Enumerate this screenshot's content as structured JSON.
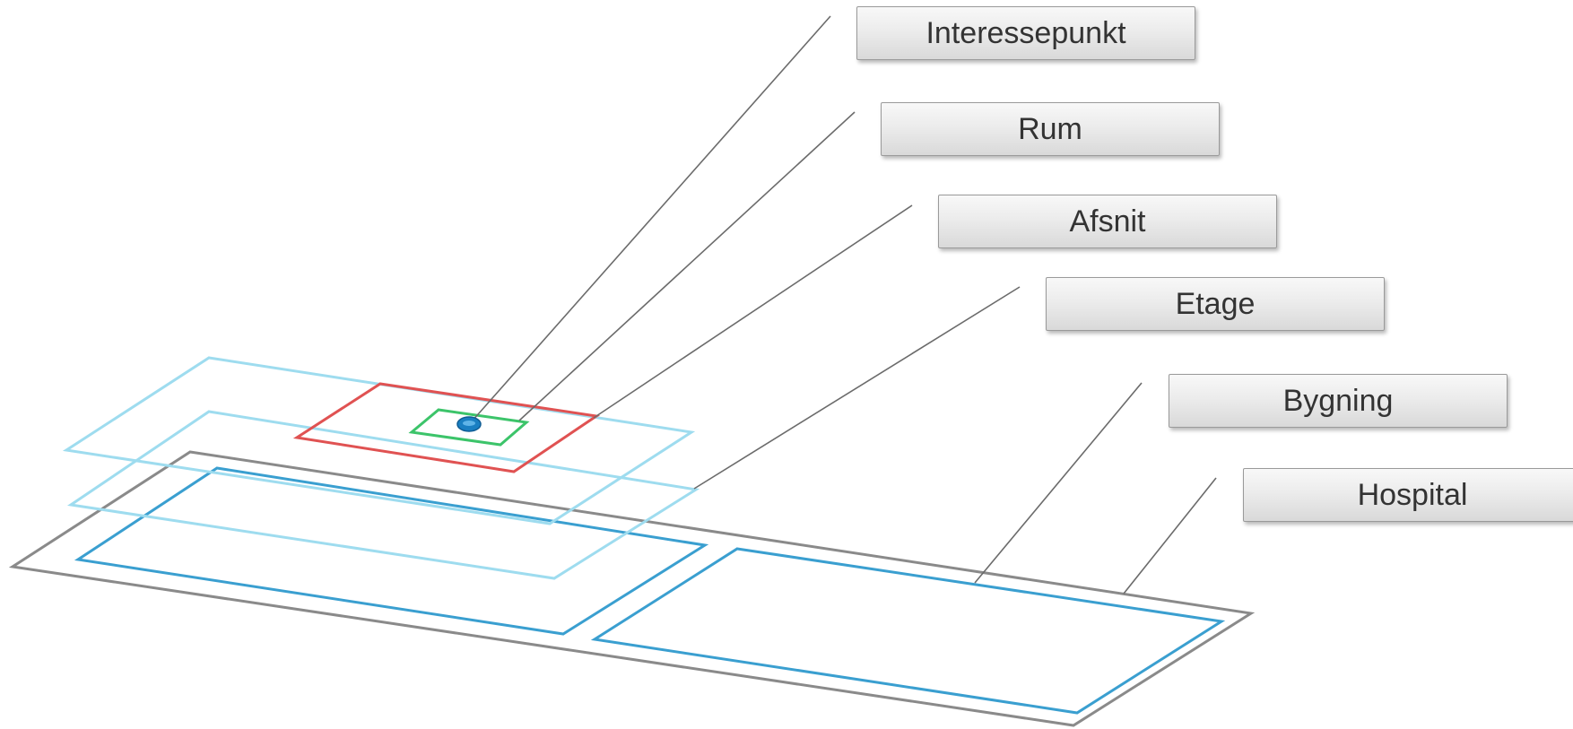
{
  "labels": [
    "Interessepunkt",
    "Rum",
    "Afsnit",
    "Etage",
    "Bygning",
    "Hospital"
  ],
  "colors": {
    "hospital_outline": "#8a8a8a",
    "building_outline": "#3a9fd0",
    "floor_outline": "#9edcef",
    "section_outline": "#e05252",
    "room_outline": "#3cc46a",
    "point_fill": "#1a7fc2",
    "leader_line": "#6b6b6b"
  }
}
